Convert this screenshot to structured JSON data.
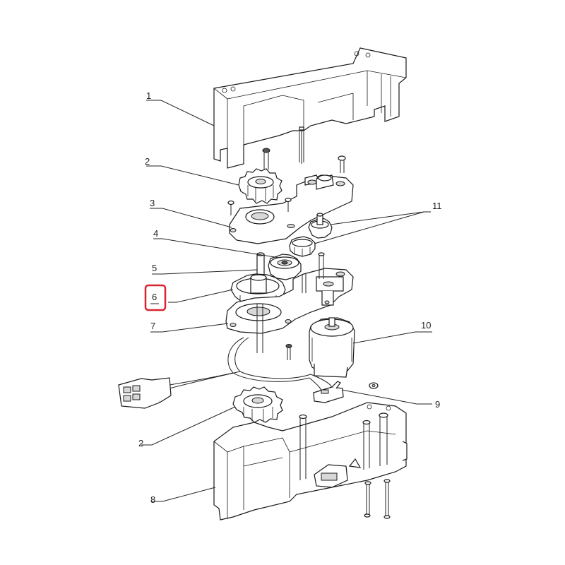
{
  "diagram": {
    "callouts": [
      {
        "id": "1",
        "label": "1"
      },
      {
        "id": "2a",
        "label": "2"
      },
      {
        "id": "3",
        "label": "3"
      },
      {
        "id": "4",
        "label": "4"
      },
      {
        "id": "5",
        "label": "5"
      },
      {
        "id": "6",
        "label": "6"
      },
      {
        "id": "7",
        "label": "7"
      },
      {
        "id": "10",
        "label": "10"
      },
      {
        "id": "11",
        "label": "11"
      },
      {
        "id": "9",
        "label": "9"
      },
      {
        "id": "2b",
        "label": "2"
      },
      {
        "id": "8",
        "label": "8"
      }
    ],
    "highlighted_callout": "6",
    "highlight_color": "#d9232e"
  }
}
